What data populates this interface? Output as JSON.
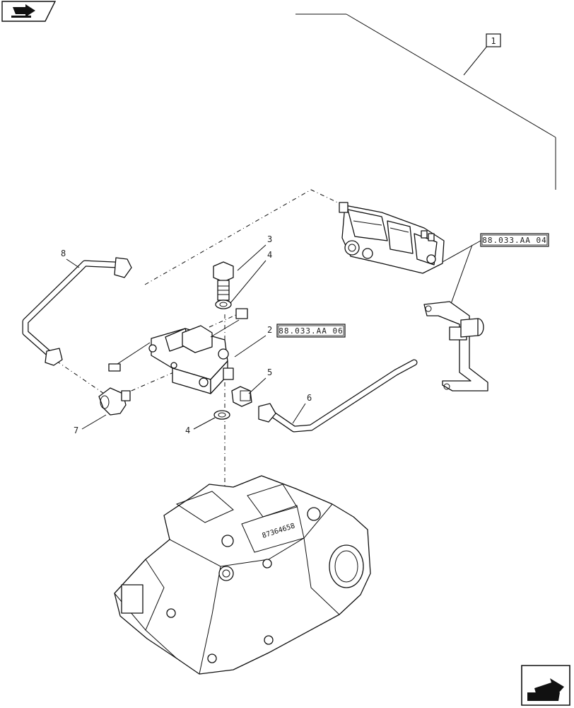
{
  "diagram": {
    "callouts": {
      "c1": "1",
      "c2": "2",
      "c3": "3",
      "c4a": "4",
      "c4b": "4",
      "c5": "5",
      "c6": "6",
      "c7": "7",
      "c8": "8"
    },
    "references": {
      "ref_aa04": "88.033.AA 04",
      "ref_aa06": "88.033.AA 06"
    },
    "housing_marking": "87364658"
  },
  "nav": {
    "top_icon": "book-arrow-icon",
    "bottom_icon": "next-page-arrow-icon"
  }
}
